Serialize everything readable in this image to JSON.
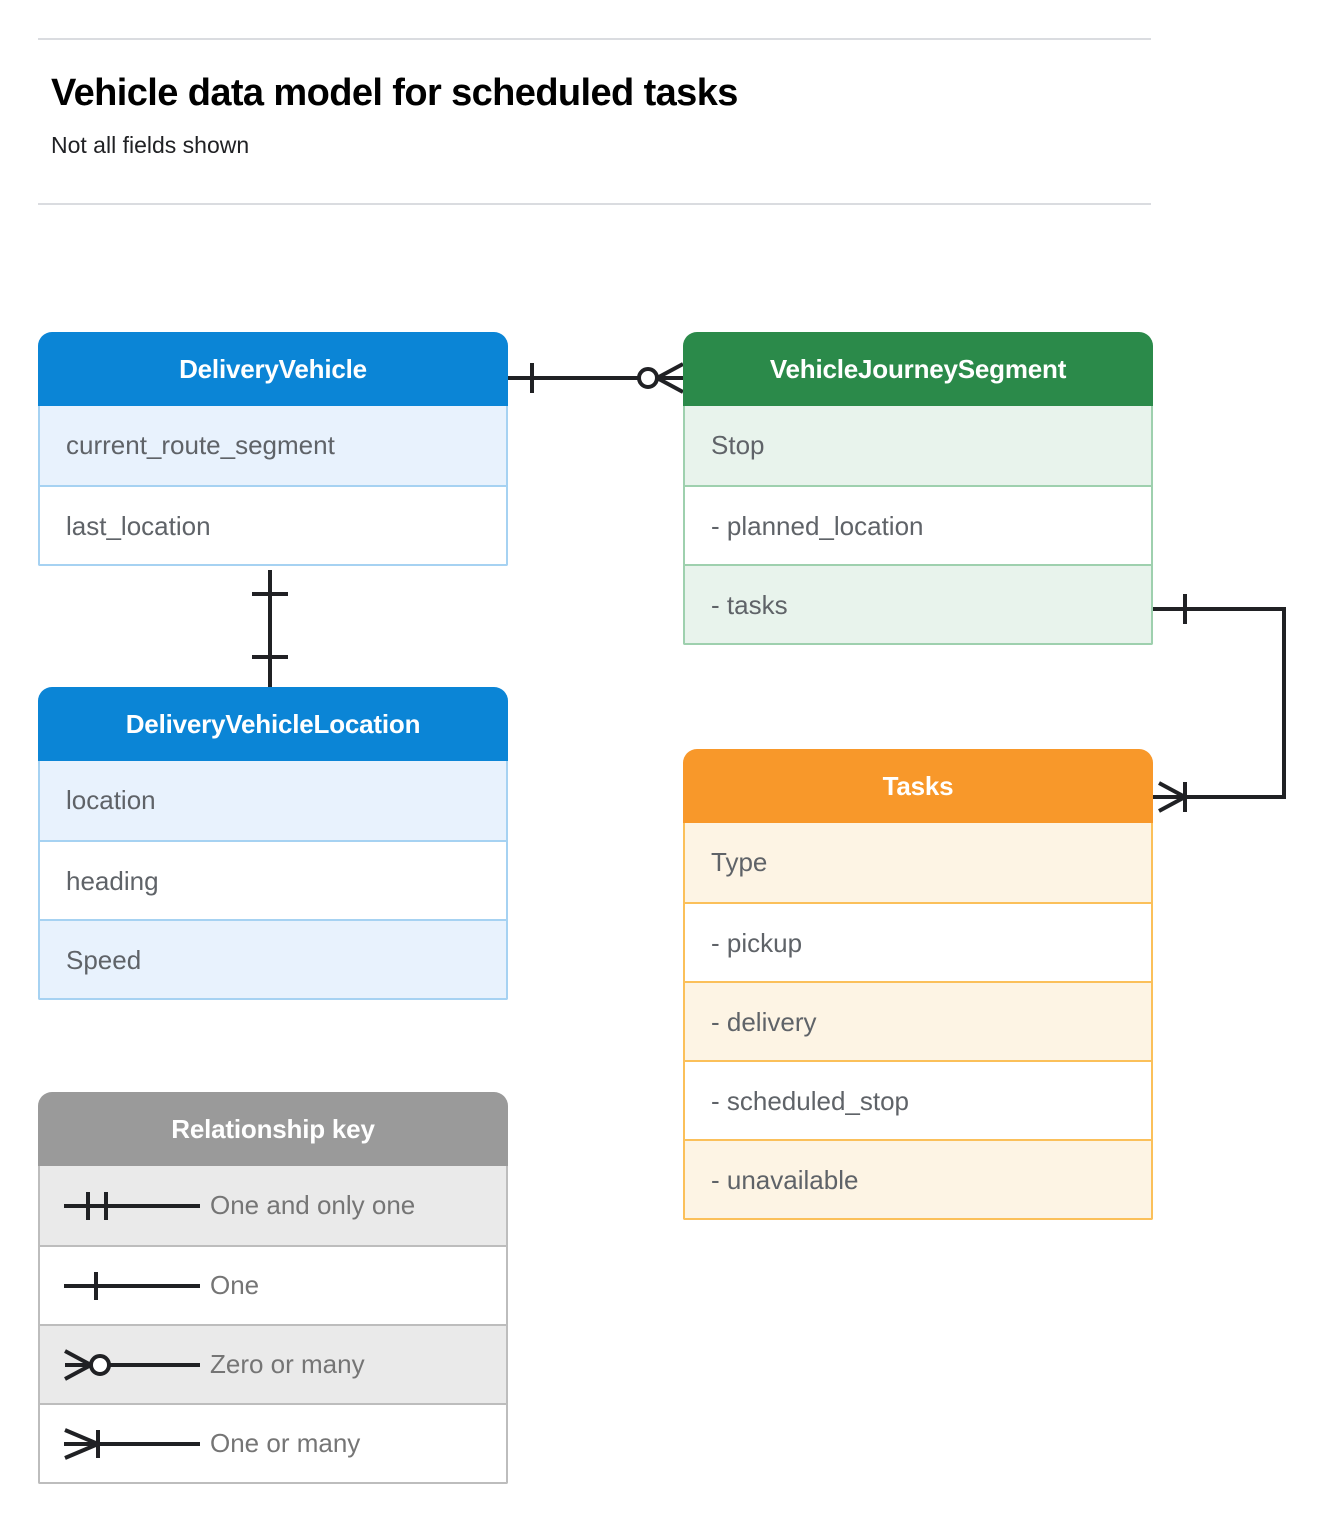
{
  "header": {
    "title": "Vehicle data model for scheduled tasks",
    "subtitle": "Not all fields shown"
  },
  "entities": [
    {
      "id": "delivery-vehicle",
      "name": "DeliveryVehicle",
      "color": "#0b85d6",
      "rows": [
        "current_route_segment",
        "last_location"
      ]
    },
    {
      "id": "vehicle-journey-segment",
      "name": "VehicleJourneySegment",
      "color": "#2b8a4a",
      "rows": [
        "Stop",
        "-  planned_location",
        "- tasks"
      ]
    },
    {
      "id": "delivery-vehicle-location",
      "name": "DeliveryVehicleLocation",
      "color": "#0b85d6",
      "rows": [
        "location",
        "heading",
        "Speed"
      ]
    },
    {
      "id": "tasks",
      "name": "Tasks",
      "color": "#f8982a",
      "rows": [
        "Type",
        "-  pickup",
        "-  delivery",
        "-  scheduled_stop",
        "-  unavailable"
      ]
    }
  ],
  "legend": {
    "title": "Relationship key",
    "items": [
      {
        "label": "One and only one",
        "symbol": "one-and-only-one-symbol"
      },
      {
        "label": "One",
        "symbol": "one-symbol"
      },
      {
        "label": "Zero or many",
        "symbol": "zero-or-many-symbol"
      },
      {
        "label": "One or many",
        "symbol": "one-or-many-symbol"
      }
    ]
  },
  "relationships": [
    {
      "id": "delivery-vehicle-to-journey-segment",
      "from": "DeliveryVehicle",
      "to": "VehicleJourneySegment",
      "from_cardinality": "One",
      "to_cardinality": "Zero or many"
    },
    {
      "id": "delivery-vehicle-to-vehicle-location",
      "from": "DeliveryVehicle",
      "to": "DeliveryVehicleLocation",
      "from_cardinality": "One and only one",
      "to_cardinality": "One and only one"
    },
    {
      "id": "journey-segment-tasks-to-tasks",
      "from": "VehicleJourneySegment.tasks",
      "to": "Tasks",
      "from_cardinality": "One",
      "to_cardinality": "One or many"
    }
  ],
  "colors": {
    "blue": "#0b85d6",
    "green": "#2b8a4a",
    "orange": "#f8982a",
    "gray": "#9a9a9a",
    "line": "#202124",
    "rule": "#dadce0"
  }
}
